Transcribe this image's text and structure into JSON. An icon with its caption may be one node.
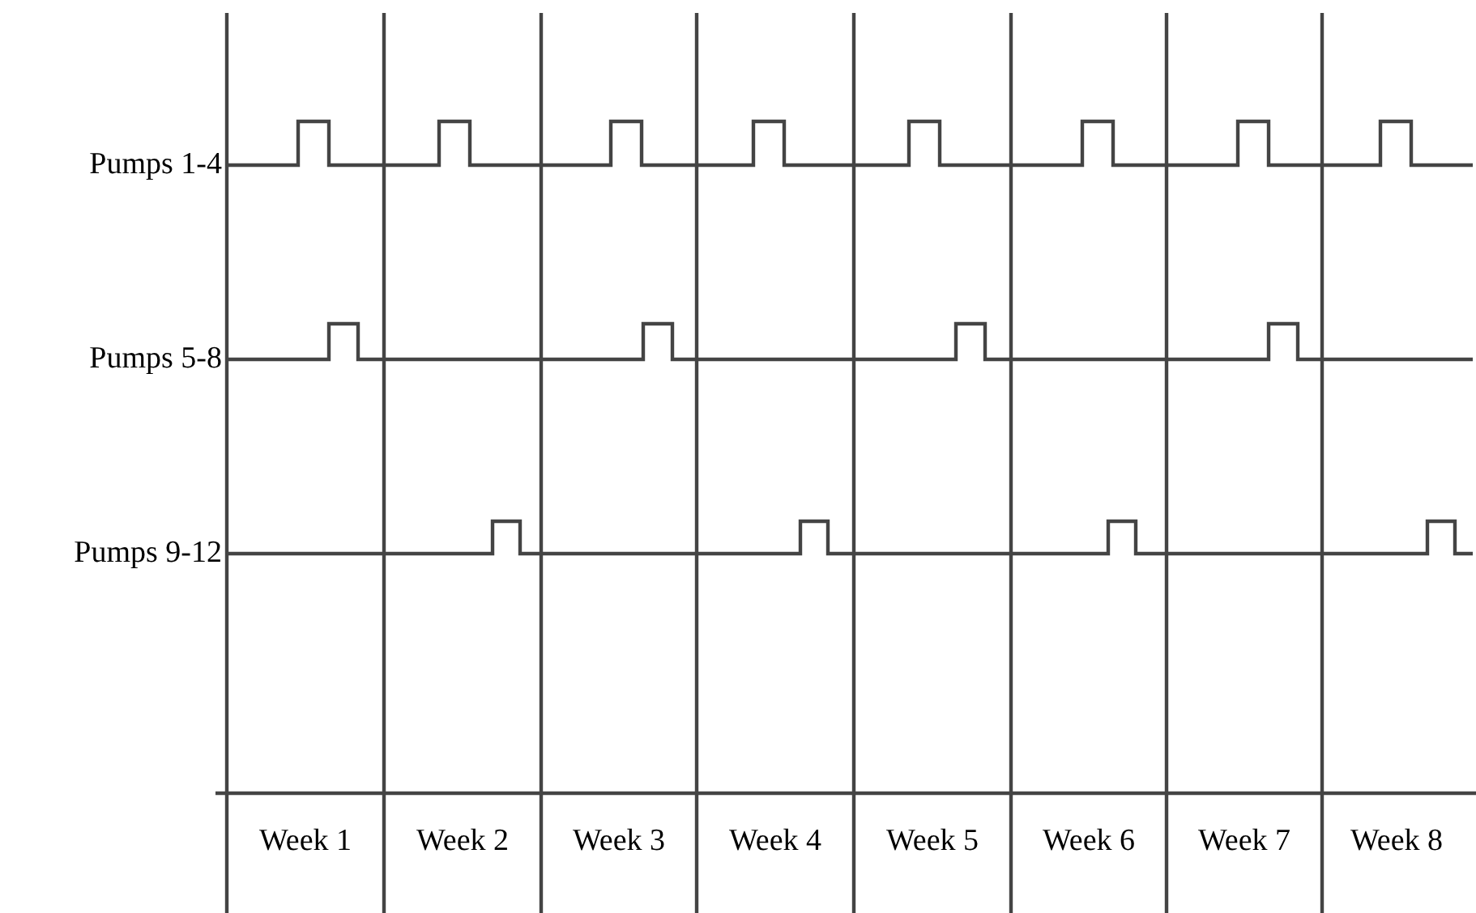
{
  "diagram": {
    "labels": [
      "Pumps 1-4",
      "Pumps 5-8",
      "Pumps 9-12",
      "Week 1",
      "Week 2",
      "Week 3",
      "Week 4",
      "Week 5",
      "Week 6",
      "Week 7",
      "Week 8"
    ]
  }
}
